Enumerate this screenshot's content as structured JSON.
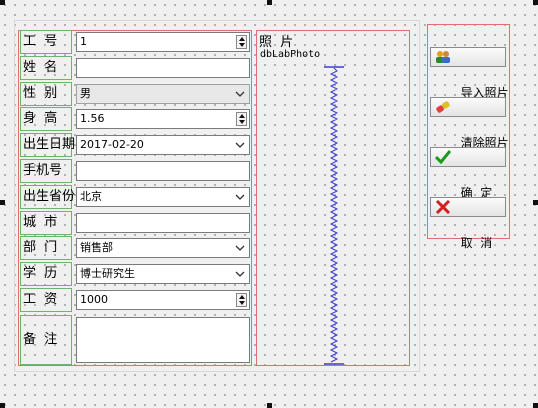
{
  "form": {
    "fields": [
      {
        "label": "工  号",
        "value": "1",
        "kind": "spin"
      },
      {
        "label": "姓  名",
        "value": "",
        "kind": "text"
      },
      {
        "label": "性  别",
        "value": "男",
        "kind": "combo-gray"
      },
      {
        "label": "身  高",
        "value": "1.56",
        "kind": "spin"
      },
      {
        "label": "出生日期",
        "value": "2017-02-20",
        "kind": "combo"
      },
      {
        "label": "手机号",
        "value": "",
        "kind": "text"
      },
      {
        "label": "出生省份",
        "value": "北京",
        "kind": "combo"
      },
      {
        "label": "城  市",
        "value": "",
        "kind": "text"
      },
      {
        "label": "部  门",
        "value": "销售部",
        "kind": "combo"
      },
      {
        "label": "学  历",
        "value": "博士研究生",
        "kind": "combo"
      },
      {
        "label": "工  资",
        "value": "1000",
        "kind": "spin"
      }
    ],
    "memo_label": "备  注",
    "memo_value": ""
  },
  "photo": {
    "title": "照  片",
    "label_name": "dbLabPhoto"
  },
  "buttons": {
    "import_label": "导入照片",
    "clear_label": "清除照片",
    "ok_label": "确  定",
    "cancel_label": "取  消"
  },
  "colors": {
    "frame": "#e07070",
    "label_border": "#6cb46c",
    "spacer": "#3a3ad0"
  }
}
